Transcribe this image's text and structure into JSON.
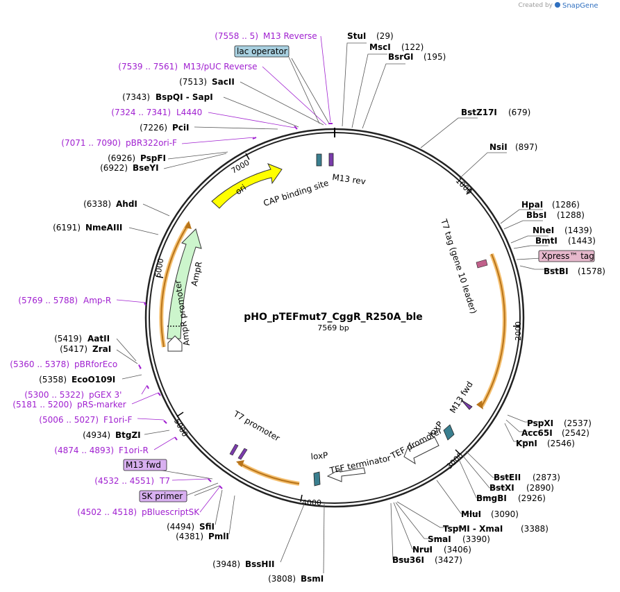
{
  "credit": {
    "prefix": "Created by",
    "brand": "SnapGene"
  },
  "plasmid": {
    "name": "pHO_pTEFmut7_CggR_R250A_ble",
    "size_label": "7569 bp"
  },
  "ticks": [
    "1000",
    "2000",
    "3000",
    "4000",
    "5000",
    "6000",
    "7000"
  ],
  "features": {
    "ori": "ori",
    "ampr": "AmpR",
    "ampr_promoter": "AmpR promoter",
    "cap": "CAP binding site",
    "m13rev": "M13 rev",
    "t7tag": "T7 tag (gene 10 leader)",
    "m13fwd": "M13 fwd",
    "tef_promoter": "TEF promoter",
    "loxp_a": "loxP",
    "loxp_b": "loxP",
    "tef_terminator": "TEF terminator",
    "t7_promoter": "T7 promoter"
  },
  "boxes": {
    "lac_operator": "lac operator",
    "xpress_tag": "Xpress™ tag",
    "m13_fwd_box": "M13 fwd",
    "sk_primer": "SK primer"
  },
  "left_labels": [
    {
      "pos": "(7558 .. 5)",
      "name": "M13 Reverse",
      "kind": "prim"
    },
    {
      "pos": "(7539 .. 7561)",
      "name": "M13/pUC Reverse",
      "kind": "prim"
    },
    {
      "pos": "(7513)",
      "name": "SacII",
      "kind": "enz"
    },
    {
      "pos": "(7343)",
      "name": "BspQI  -  SapI",
      "kind": "enz"
    },
    {
      "pos": "(7324 .. 7341)",
      "name": "L4440",
      "kind": "prim"
    },
    {
      "pos": "(7226)",
      "name": "PciI",
      "kind": "enz"
    },
    {
      "pos": "(7071 .. 7090)",
      "name": "pBR322ori-F",
      "kind": "prim"
    },
    {
      "pos": "(6926)",
      "name": "PspFI",
      "kind": "enz"
    },
    {
      "pos": "(6922)",
      "name": "BseYI",
      "kind": "enz"
    },
    {
      "pos": "(6338)",
      "name": "AhdI",
      "kind": "enz"
    },
    {
      "pos": "(6191)",
      "name": "NmeAIII",
      "kind": "enz"
    },
    {
      "pos": "(5769 .. 5788)",
      "name": "Amp-R",
      "kind": "prim"
    },
    {
      "pos": "(5419)",
      "name": "AatII",
      "kind": "enz"
    },
    {
      "pos": "(5417)",
      "name": "ZraI",
      "kind": "enz"
    },
    {
      "pos": "(5360 .. 5378)",
      "name": "pBRforEco",
      "kind": "prim"
    },
    {
      "pos": "(5358)",
      "name": "EcoO109I",
      "kind": "enz"
    },
    {
      "pos": "(5300 .. 5322)",
      "name": "pGEX 3'",
      "kind": "prim"
    },
    {
      "pos": "(5181 .. 5200)",
      "name": "pRS-marker",
      "kind": "prim"
    },
    {
      "pos": "(5006 .. 5027)",
      "name": "F1ori-F",
      "kind": "prim"
    },
    {
      "pos": "(4934)",
      "name": "BtgZI",
      "kind": "enz"
    },
    {
      "pos": "(4874 .. 4893)",
      "name": "F1ori-R",
      "kind": "prim"
    },
    {
      "pos": "(4532 .. 4551)",
      "name": "T7",
      "kind": "prim"
    },
    {
      "pos": "(4502 .. 4518)",
      "name": "pBluescriptSK",
      "kind": "prim"
    },
    {
      "pos": "(4494)",
      "name": "SfiI",
      "kind": "enz"
    },
    {
      "pos": "(4381)",
      "name": "PmlI",
      "kind": "enz"
    },
    {
      "pos": "(3948)",
      "name": "BssHII",
      "kind": "enz"
    },
    {
      "pos": "(3808)",
      "name": "BsmI",
      "kind": "enz"
    }
  ],
  "right_labels": [
    {
      "name": "StuI",
      "pos": "(29)"
    },
    {
      "name": "MscI",
      "pos": "(122)"
    },
    {
      "name": "BsrGI",
      "pos": "(195)"
    },
    {
      "name": "BstZ17I",
      "pos": "(679)"
    },
    {
      "name": "NsiI",
      "pos": "(897)"
    },
    {
      "name": "HpaI",
      "pos": "(1286)"
    },
    {
      "name": "BbsI",
      "pos": "(1288)"
    },
    {
      "name": "NheI",
      "pos": "(1439)"
    },
    {
      "name": "BmtI",
      "pos": "(1443)"
    },
    {
      "name": "BstBI",
      "pos": "(1578)"
    },
    {
      "name": "PspXI",
      "pos": "(2537)"
    },
    {
      "name": "Acc65I",
      "pos": "(2542)"
    },
    {
      "name": "KpnI",
      "pos": "(2546)"
    },
    {
      "name": "BstEII",
      "pos": "(2873)"
    },
    {
      "name": "BstXI",
      "pos": "(2890)"
    },
    {
      "name": "BmgBI",
      "pos": "(2926)"
    },
    {
      "name": "MluI",
      "pos": "(3090)"
    },
    {
      "name": "TspMI  -  XmaI",
      "pos": "(3388)"
    },
    {
      "name": "SmaI",
      "pos": "(3390)"
    },
    {
      "name": "NruI",
      "pos": "(3406)"
    },
    {
      "name": "Bsu36I",
      "pos": "(3427)"
    }
  ]
}
